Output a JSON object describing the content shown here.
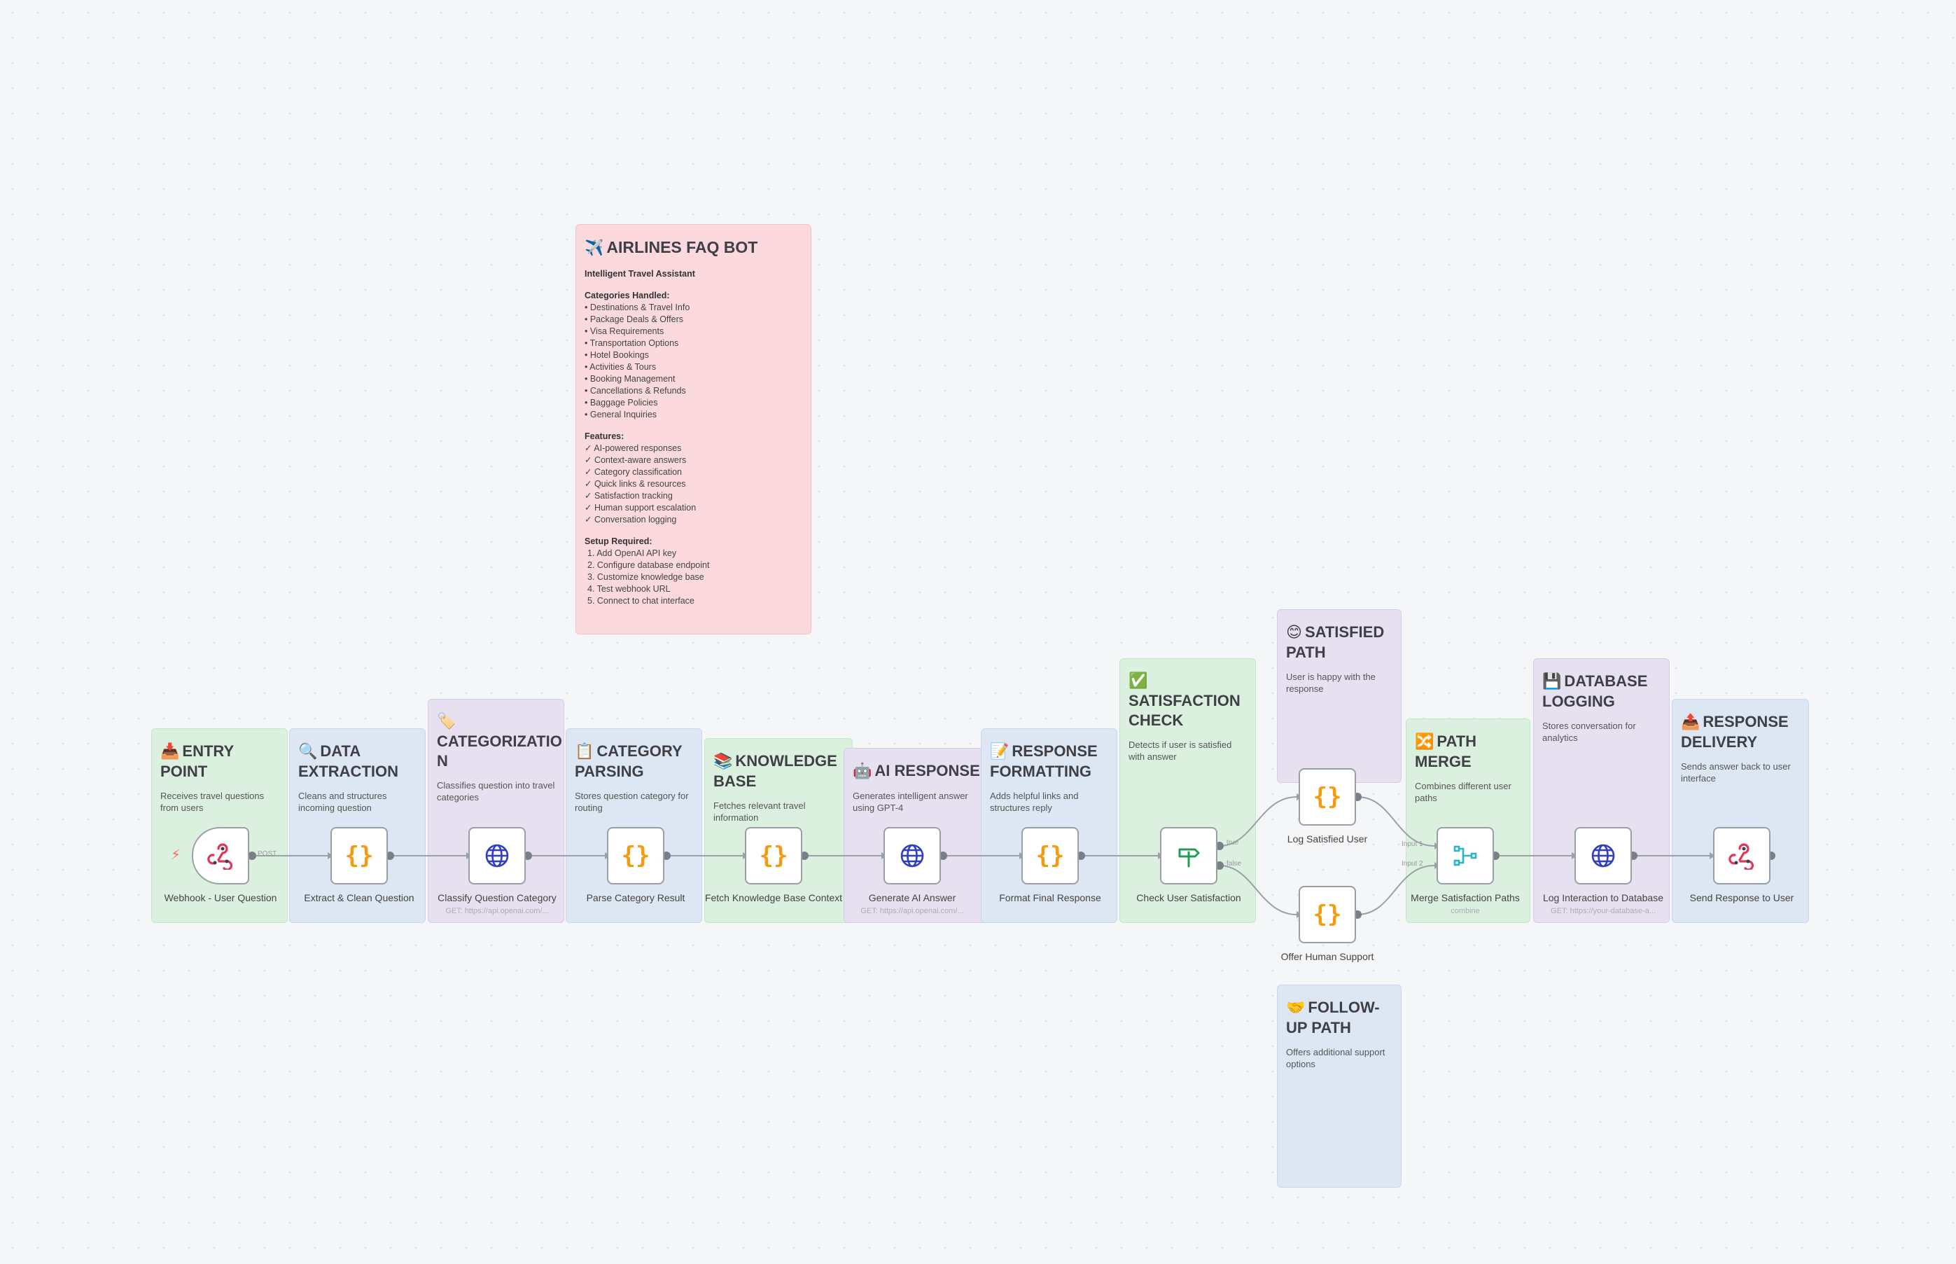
{
  "info_note": {
    "icon": "✈️",
    "title": "AIRLINES FAQ BOT",
    "subtitle": "Intelligent Travel Assistant",
    "categories_heading": "Categories Handled:",
    "categories": [
      "• Destinations & Travel Info",
      "• Package Deals & Offers",
      "• Visa Requirements",
      "• Transportation Options",
      "• Hotel Bookings",
      "• Activities & Tours",
      "• Booking Management",
      "• Cancellations & Refunds",
      "• Baggage Policies",
      "• General Inquiries"
    ],
    "features_heading": "Features:",
    "features": [
      "✓ AI-powered responses",
      "✓ Context-aware answers",
      "✓ Category classification",
      "✓ Quick links & resources",
      "✓ Satisfaction tracking",
      "✓ Human support escalation",
      "✓ Conversation logging"
    ],
    "setup_heading": "Setup Required:",
    "setup": [
      "1. Add OpenAI API key",
      "2. Configure database endpoint",
      "3. Customize knowledge base",
      "4. Test webhook URL",
      "5. Connect to chat interface"
    ]
  },
  "sections": [
    {
      "key": "entry",
      "icon": "📥",
      "title": "ENTRY POINT",
      "desc": "Receives travel questions from users",
      "color": "green"
    },
    {
      "key": "extract",
      "icon": "🔍",
      "title": "DATA EXTRACTION",
      "desc": "Cleans and structures incoming question",
      "color": "blue"
    },
    {
      "key": "categ",
      "icon": "🏷️",
      "title": "CATEGORIZATIO N",
      "desc": "Classifies question into travel categories",
      "color": "purple"
    },
    {
      "key": "parse",
      "icon": "📋",
      "title": "CATEGORY PARSING",
      "desc": "Stores question category for routing",
      "color": "blue"
    },
    {
      "key": "kb",
      "icon": "📚",
      "title": "KNOWLEDGE BASE",
      "desc": "Fetches relevant travel information",
      "color": "green"
    },
    {
      "key": "ai",
      "icon": "🤖",
      "title": "AI RESPONSE",
      "desc": "Generates intelligent answer using GPT-4",
      "color": "purple"
    },
    {
      "key": "format",
      "icon": "📝",
      "title": "RESPONSE FORMATTING",
      "desc": "Adds helpful links and structures reply",
      "color": "blue"
    },
    {
      "key": "satcheck",
      "icon": "✅",
      "title": "SATISFACTION CHECK",
      "desc": "Detects if user is satisfied with answer",
      "color": "green"
    },
    {
      "key": "satpath",
      "icon": "😊",
      "title": "SATISFIED PATH",
      "desc": "User is happy with the response",
      "color": "purple"
    },
    {
      "key": "follow",
      "icon": "🤝",
      "title": "FOLLOW-UP PATH",
      "desc": "Offers additional support options",
      "color": "blue"
    },
    {
      "key": "merge",
      "icon": "🔀",
      "title": "PATH MERGE",
      "desc": "Combines different user paths",
      "color": "green"
    },
    {
      "key": "db",
      "icon": "💾",
      "title": "DATABASE LOGGING",
      "desc": "Stores conversation for analytics",
      "color": "purple"
    },
    {
      "key": "deliver",
      "icon": "📤",
      "title": "RESPONSE DELIVERY",
      "desc": "Sends answer back to user interface",
      "color": "blue"
    }
  ],
  "nodes": [
    {
      "key": "webhook",
      "label": "Webhook - User Question",
      "icon": "webhook-icon",
      "sub": ""
    },
    {
      "key": "extract",
      "label": "Extract & Clean Question",
      "icon": "code-braces-icon",
      "sub": ""
    },
    {
      "key": "classify",
      "label": "Classify Question Category",
      "icon": "globe-icon",
      "sub": "GET: https://api.openai.com/..."
    },
    {
      "key": "parse",
      "label": "Parse Category Result",
      "icon": "code-braces-icon",
      "sub": ""
    },
    {
      "key": "fetchkb",
      "label": "Fetch Knowledge Base Context",
      "icon": "code-braces-icon",
      "sub": ""
    },
    {
      "key": "genai",
      "label": "Generate AI Answer",
      "icon": "globe-icon",
      "sub": "GET: https://api.openai.com/..."
    },
    {
      "key": "format",
      "label": "Format Final Response",
      "icon": "code-braces-icon",
      "sub": ""
    },
    {
      "key": "check",
      "label": "Check User Satisfaction",
      "icon": "if-branch-icon",
      "sub": ""
    },
    {
      "key": "logsat",
      "label": "Log Satisfied User",
      "icon": "code-braces-icon",
      "sub": ""
    },
    {
      "key": "offer",
      "label": "Offer Human Support",
      "icon": "code-braces-icon",
      "sub": ""
    },
    {
      "key": "merge",
      "label": "Merge Satisfaction Paths",
      "icon": "merge-icon",
      "sub": "combine"
    },
    {
      "key": "logdb",
      "label": "Log Interaction to Database",
      "icon": "globe-icon",
      "sub": "GET: https://your-database-a..."
    },
    {
      "key": "send",
      "label": "Send Response to User",
      "icon": "webhook-icon",
      "sub": ""
    }
  ],
  "port_labels": {
    "webhook_out": "POST",
    "check_true": "true",
    "check_false": "false",
    "merge_in1": "Input 1",
    "merge_in2": "Input 2"
  },
  "colors": {
    "green": "#dbf0de",
    "blue": "#dde6f3",
    "purple": "#e6e0f1",
    "pink": "#fcd9dc",
    "code": "#f39c12",
    "http": "#2f3fbf",
    "webhook": "#e0365a",
    "if": "#1f9d55",
    "merge": "#2bb5c9"
  }
}
